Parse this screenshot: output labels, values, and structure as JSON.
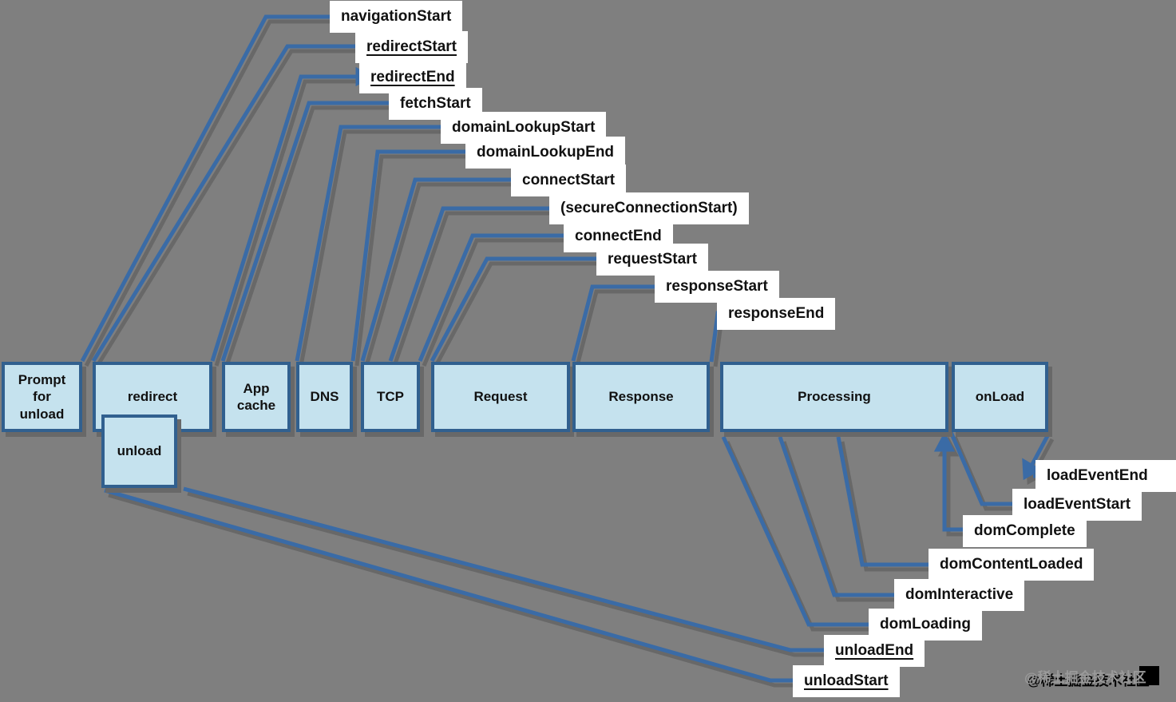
{
  "diagram": {
    "boxes": [
      "Prompt for unload",
      "redirect",
      "unload",
      "App cache",
      "DNS",
      "TCP",
      "Request",
      "Response",
      "Processing",
      "onLoad"
    ],
    "top_events": [
      "navigationStart",
      "redirectStart",
      "redirectEnd",
      "fetchStart",
      "domainLookupStart",
      "domainLookupEnd",
      "connectStart",
      "(secureConnectionStart)",
      "connectEnd",
      "requestStart",
      "responseStart",
      "responseEnd"
    ],
    "bottom_events": [
      "loadEventEnd",
      "loadEventStart",
      "domComplete",
      "domContentLoaded",
      "domInteractive",
      "domLoading",
      "unloadEnd",
      "unloadStart"
    ],
    "underlined_events": [
      "redirectStart",
      "redirectEnd",
      "unloadEnd",
      "unloadStart"
    ],
    "watermark": "@稀土掘金技术社区",
    "colors": {
      "background": "#7f7f7f",
      "box_fill": "#c5e2ee",
      "box_border": "#31608f",
      "line": "#3a6ba6",
      "shadow": "#686868",
      "label_bg": "#ffffff",
      "text": "#111111",
      "watermark": "#9a9a9a"
    }
  }
}
